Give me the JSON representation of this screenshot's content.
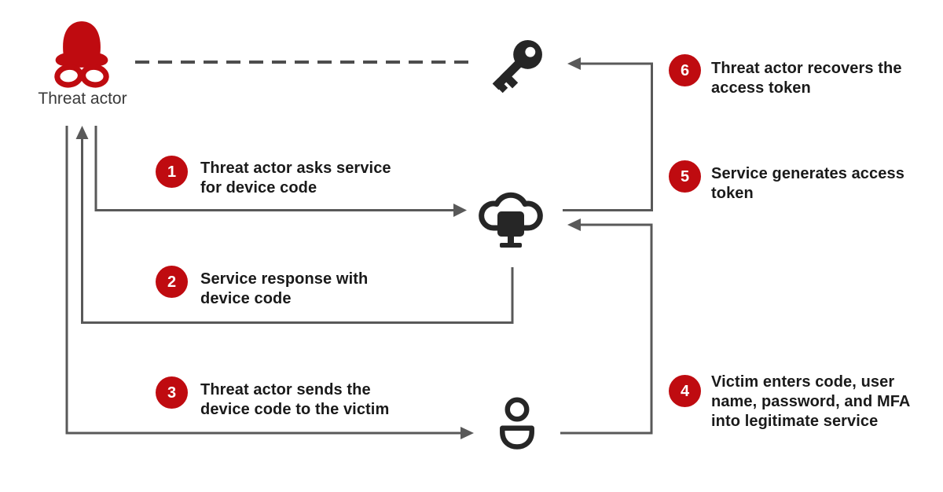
{
  "colors": {
    "red": "#bf0b10",
    "line": "#595959",
    "dash": "#4d4d4d",
    "icon": "#262626",
    "text": "#1a1a1a",
    "label": "#3a3a3a",
    "bg": "#ffffff"
  },
  "actors": {
    "threat_actor_label": "Threat actor",
    "icons": {
      "threat_actor": "spy-hat-and-glasses-icon",
      "access_token": "key-icon",
      "service": "cloud-monitor-icon",
      "victim": "person-icon"
    }
  },
  "steps": [
    {
      "number": "1",
      "text": "Threat actor asks service for device code"
    },
    {
      "number": "2",
      "text": "Service response with device code"
    },
    {
      "number": "3",
      "text": "Threat actor sends the device code to the victim"
    },
    {
      "number": "4",
      "text": "Victim enters code, user name, password, and MFA into legitimate service"
    },
    {
      "number": "5",
      "text": "Service generates access token"
    },
    {
      "number": "6",
      "text": "Threat actor recovers the access token"
    }
  ]
}
